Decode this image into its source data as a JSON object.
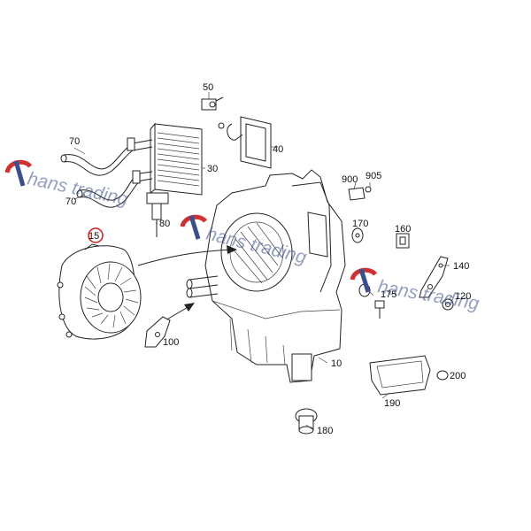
{
  "diagram": {
    "part_labels": {
      "p10": "10",
      "p15": "15",
      "p30": "30",
      "p40": "40",
      "p50": "50",
      "p70a": "70",
      "p70b": "70",
      "p80": "80",
      "p100": "100",
      "p120": "120",
      "p140": "140",
      "p160": "160",
      "p170": "170",
      "p175": "175",
      "p180": "180",
      "p190": "190",
      "p200": "200",
      "p900": "900",
      "p905": "905"
    },
    "highlighted_part": "15"
  },
  "watermark": {
    "text": "hans trading",
    "text2": "hans trading",
    "text3": "hans trading",
    "colors": {
      "logo_red": "#d23030",
      "logo_blue": "#3b4f8f"
    }
  }
}
